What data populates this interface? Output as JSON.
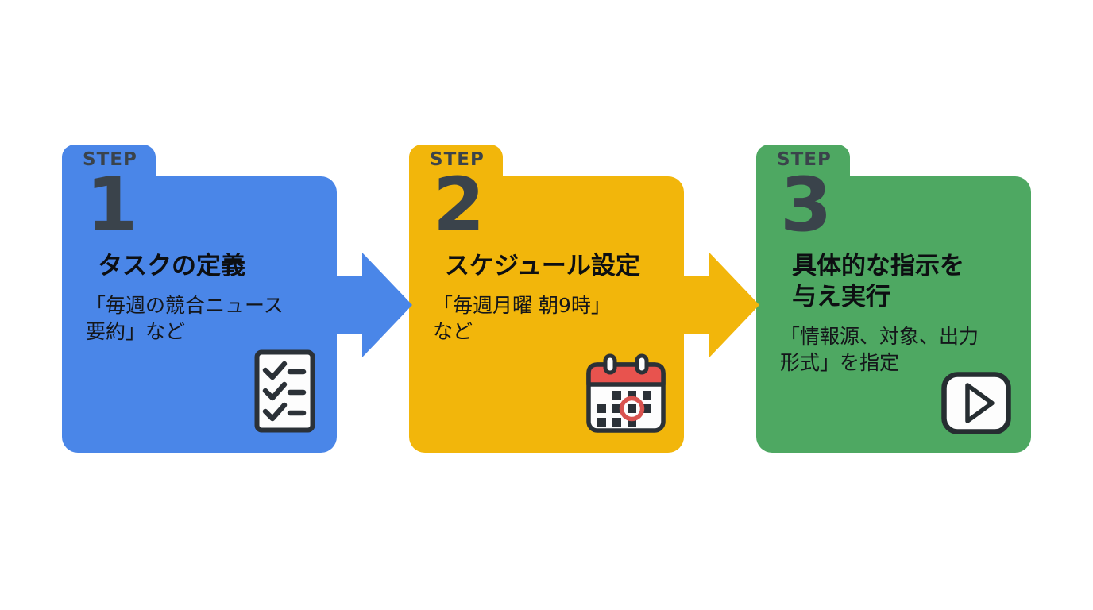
{
  "page": {
    "background": "#ffffff",
    "step_text_color": "#3a434b",
    "title_text_color": "#0d0f12",
    "icon_outline_color": "#2b3137",
    "icon_fill_color": "#fdfdfd",
    "calendar_red": "#e8534e"
  },
  "steps": [
    {
      "label": "STEP",
      "number": "1",
      "title": "タスクの定義",
      "description": "「毎週の競合ニュース\n要約」など",
      "icon": "checklist-icon",
      "color": "#4a86e8"
    },
    {
      "label": "STEP",
      "number": "2",
      "title": "スケジュール設定",
      "description": "「毎週月曜 朝9時」\nなど",
      "icon": "calendar-icon",
      "color": "#f2b60b"
    },
    {
      "label": "STEP",
      "number": "3",
      "title": "具体的な指示を\n与え実行",
      "description": "「情報源、対象、出力\n形式」を指定",
      "icon": "play-icon",
      "color": "#4ea862"
    }
  ],
  "arrows": [
    {
      "color": "#4a86e8"
    },
    {
      "color": "#f2b60b"
    }
  ]
}
